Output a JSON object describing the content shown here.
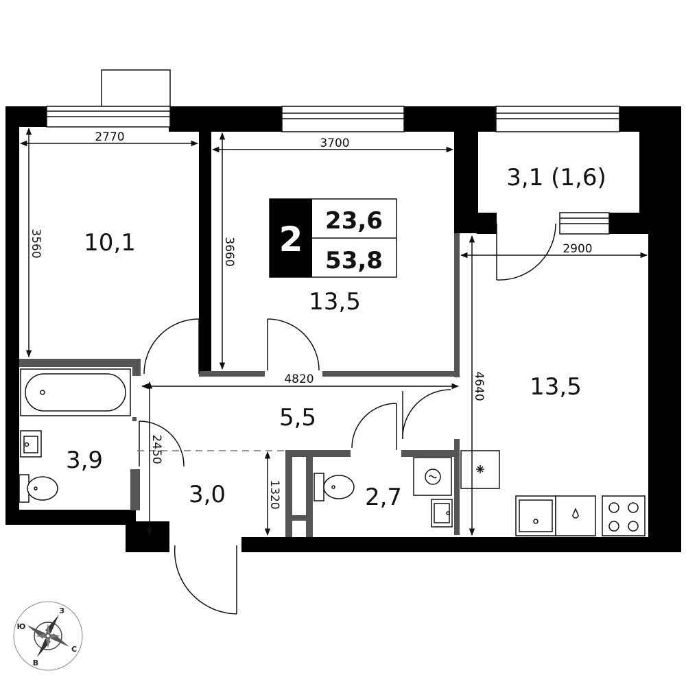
{
  "plan": {
    "badge": {
      "rooms": "2",
      "living_area": "23,6",
      "total_area": "53,8"
    },
    "rooms": {
      "bedroom_left": "10,1",
      "bedroom_center": "13,5",
      "balcony": "3,1 (1,6)",
      "kitchen": "13,5",
      "hall": "5,5",
      "bathroom": "3,9",
      "entry": "3,0",
      "toilet": "2,7"
    },
    "dimensions": {
      "d2770": "2770",
      "d3560": "3560",
      "d3700": "3700",
      "d3660": "3660",
      "d2900": "2900",
      "d4640": "4640",
      "d4820": "4820",
      "d2450": "2450",
      "d1320": "1320"
    },
    "compass": {
      "n": "З",
      "e": "С",
      "s": "В",
      "w": "Ю"
    }
  }
}
